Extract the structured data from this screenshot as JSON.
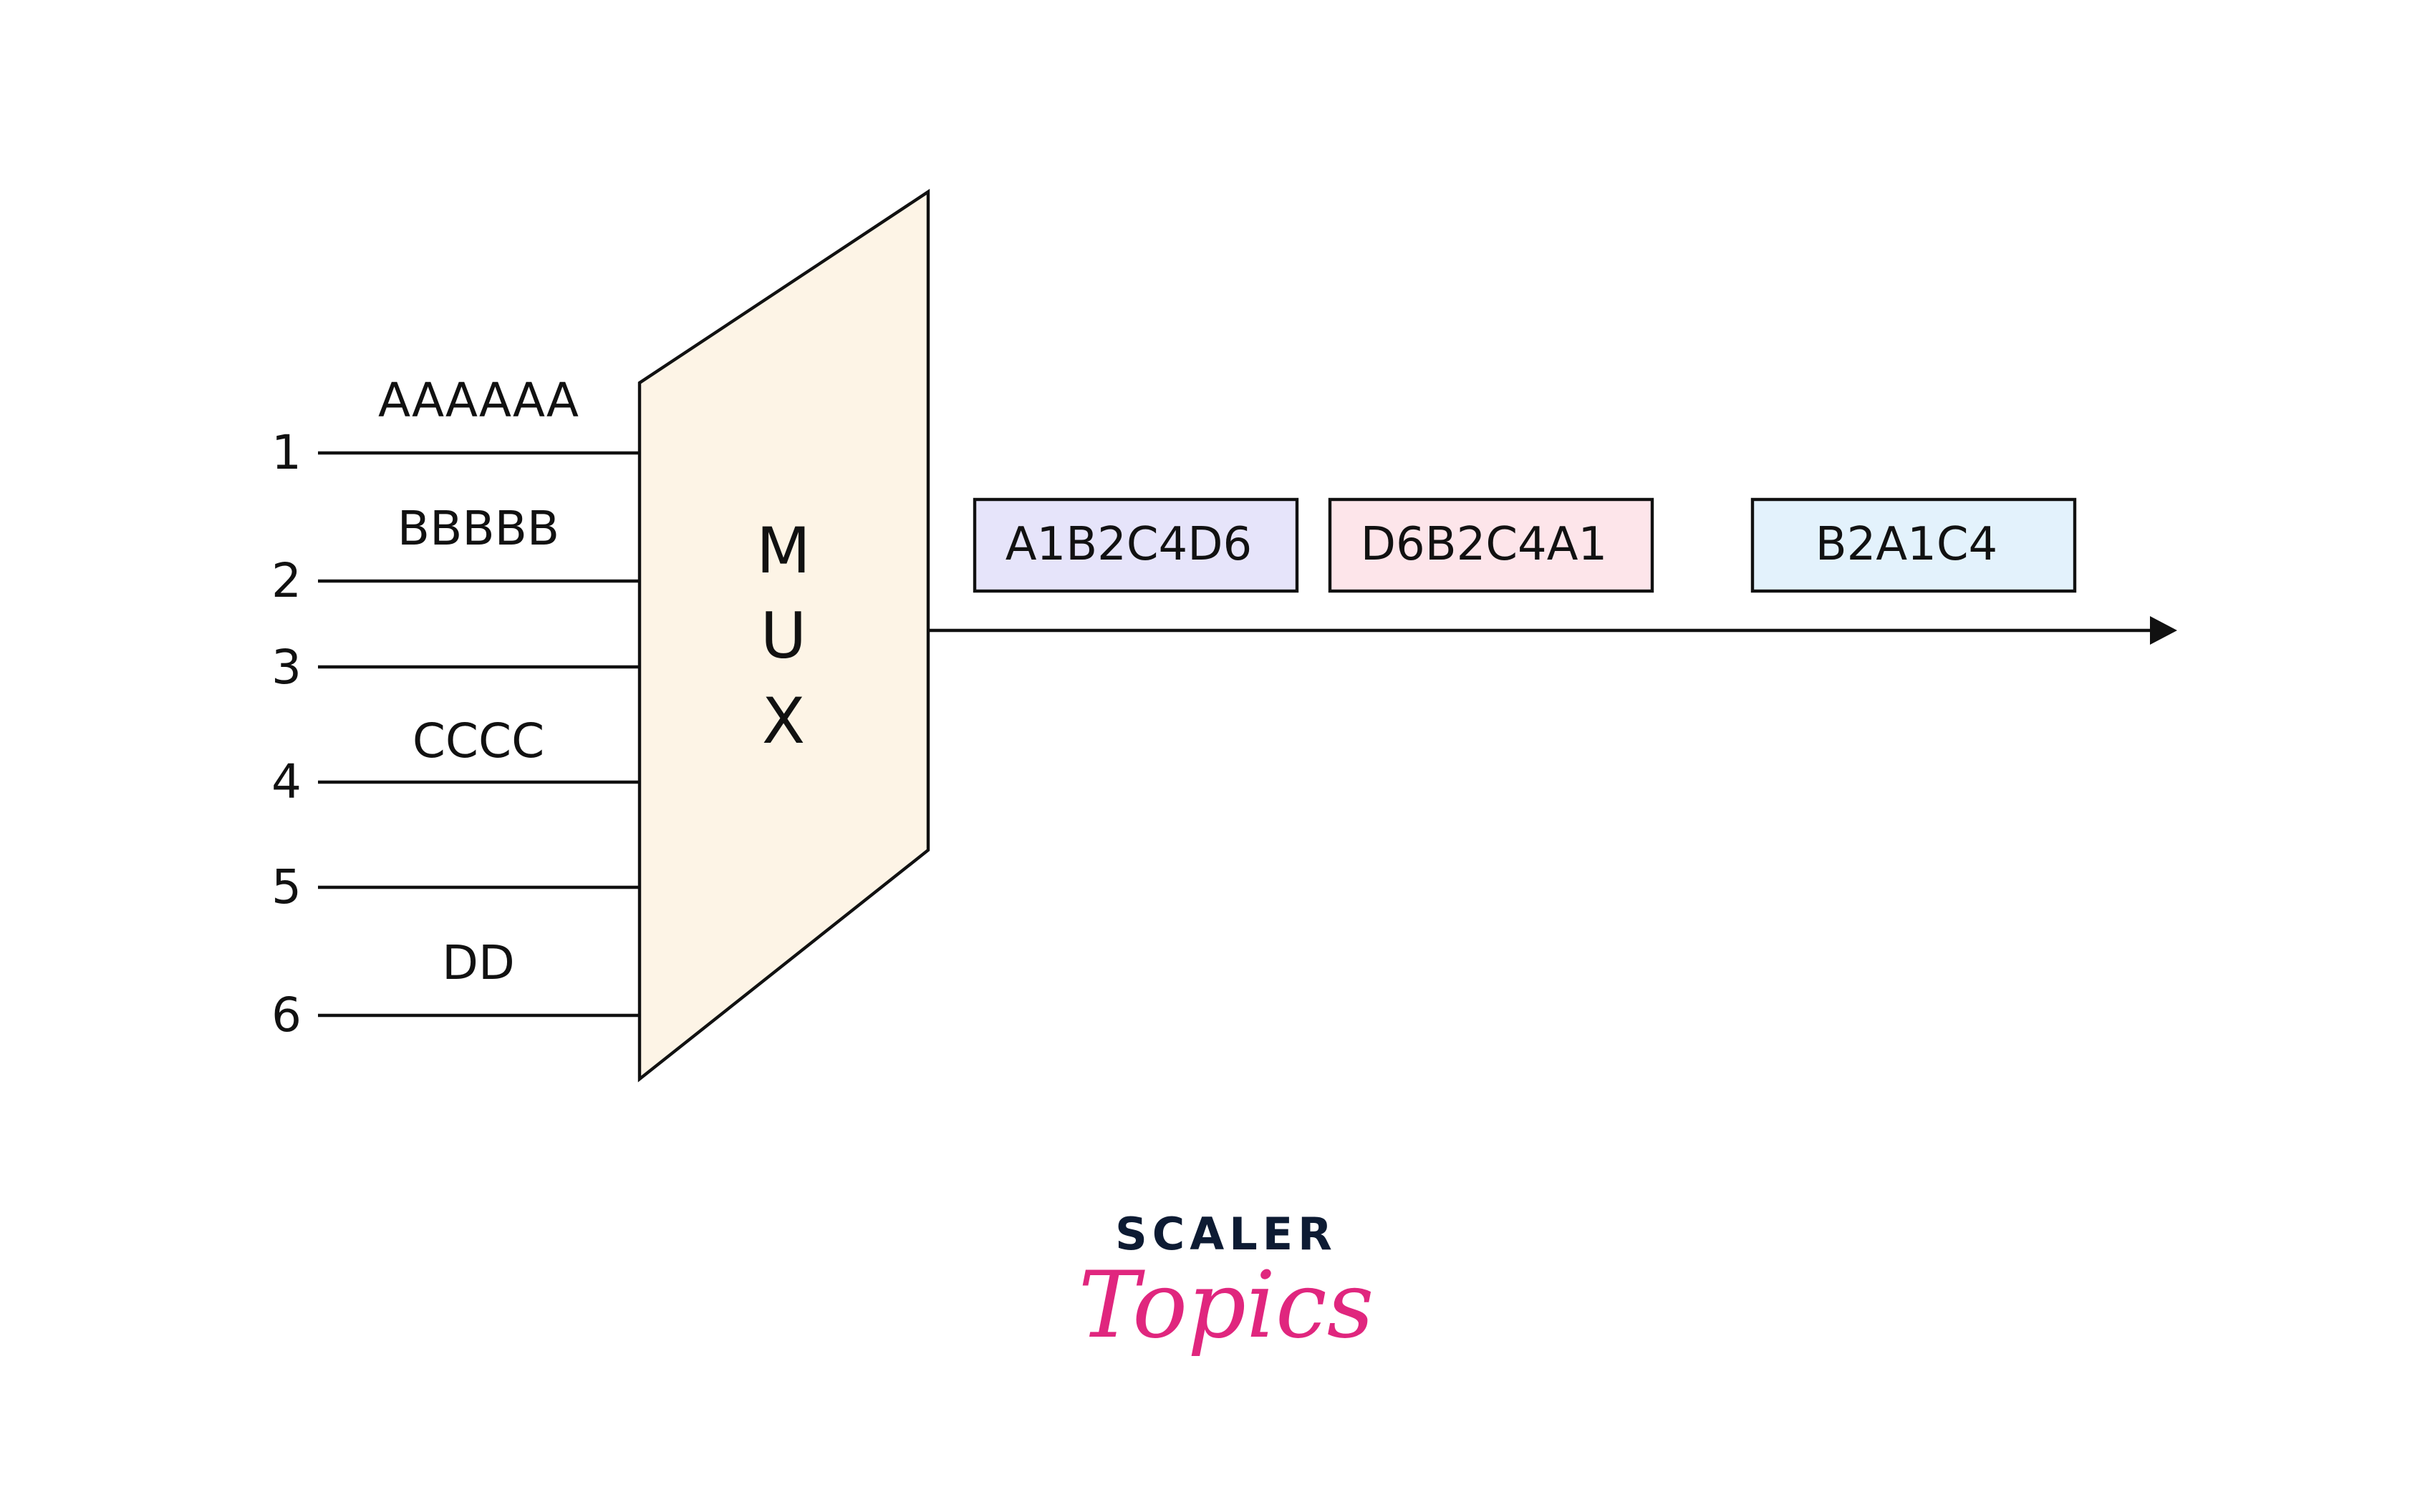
{
  "inputs": [
    {
      "number": "1",
      "data": "AAAAAA"
    },
    {
      "number": "2",
      "data": "BBBBB"
    },
    {
      "number": "3",
      "data": ""
    },
    {
      "number": "4",
      "data": "CCCC"
    },
    {
      "number": "5",
      "data": ""
    },
    {
      "number": "6",
      "data": "DD"
    }
  ],
  "mux": {
    "letters": [
      "M",
      "U",
      "X"
    ],
    "fill_color": "#fdf4e6"
  },
  "output_frames": [
    {
      "label": "A1B2C4D6",
      "color": "#e6e4fa"
    },
    {
      "label": "D6B2C4A1",
      "color": "#fde5ea"
    },
    {
      "label": "B2A1C4",
      "color": "#e3f2fc"
    }
  ],
  "logo": {
    "top_text": "SCALER",
    "bottom_text": "Topics",
    "top_color": "#0d1b33",
    "bottom_color": "#e0267e"
  }
}
